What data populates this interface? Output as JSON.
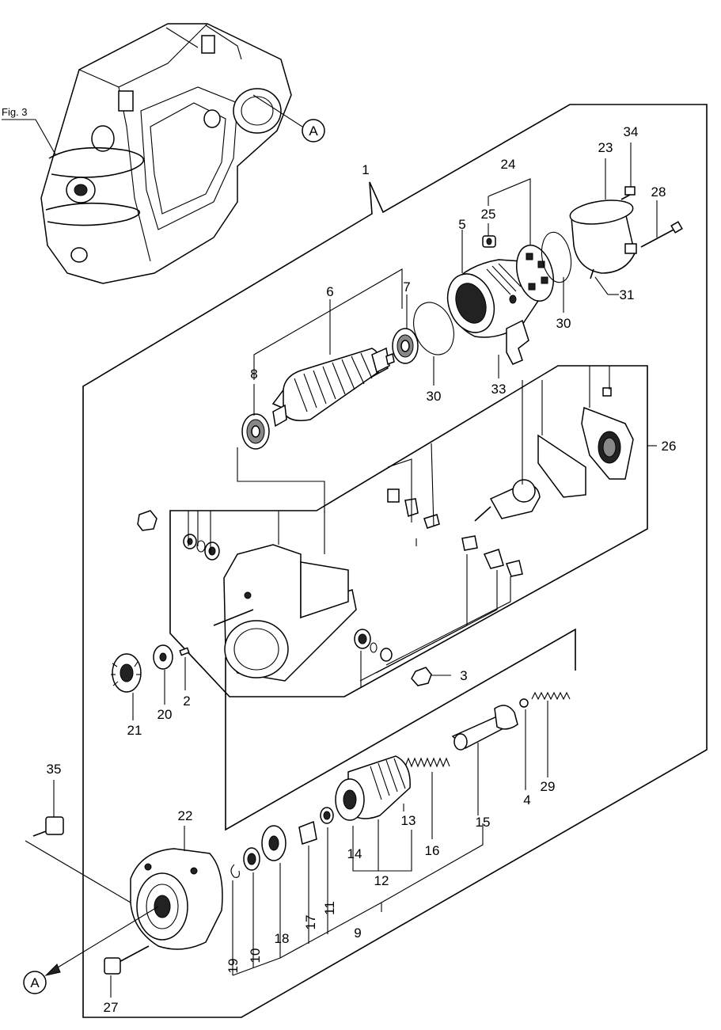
{
  "figure_reference": "Fig. 3",
  "view_marker": "A",
  "part_labels": {
    "p1": "1",
    "p2": "2",
    "p3": "3",
    "p4": "4",
    "p5": "5",
    "p6": "6",
    "p7": "7",
    "p8": "8",
    "p9": "9",
    "p10": "10",
    "p11": "11",
    "p12": "12",
    "p13": "13",
    "p14": "14",
    "p15": "15",
    "p16": "16",
    "p17": "17",
    "p18": "18",
    "p19": "19",
    "p20": "20",
    "p21": "21",
    "p22": "22",
    "p23": "23",
    "p24": "24",
    "p25": "25",
    "p26": "26",
    "p27": "27",
    "p28": "28",
    "p29": "29",
    "p30a": "30",
    "p30b": "30",
    "p31": "31",
    "p33": "33",
    "p34": "34",
    "p35": "35"
  }
}
